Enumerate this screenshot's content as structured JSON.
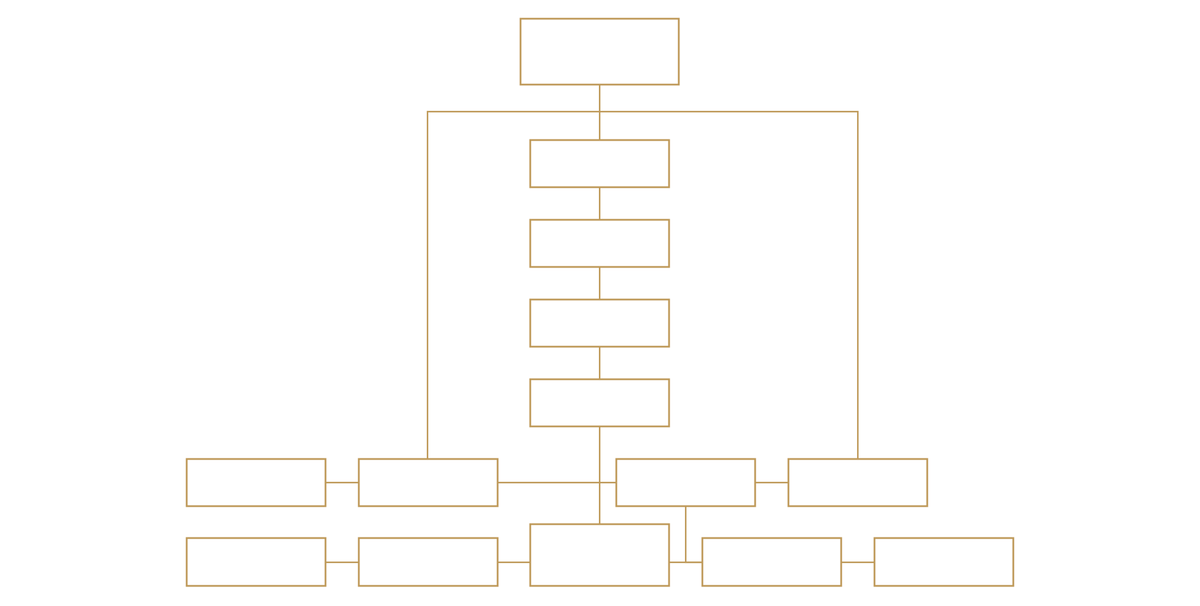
{
  "diagram": {
    "type": "org-chart",
    "stroke_color": "#BF9A5A",
    "background_color": "#FFFFFF",
    "nodes": [
      {
        "id": "root",
        "label": ""
      },
      {
        "id": "chain-1",
        "label": ""
      },
      {
        "id": "chain-2",
        "label": ""
      },
      {
        "id": "chain-3",
        "label": ""
      },
      {
        "id": "chain-4",
        "label": ""
      },
      {
        "id": "row1-far-left",
        "label": ""
      },
      {
        "id": "row1-left",
        "label": ""
      },
      {
        "id": "row1-right",
        "label": ""
      },
      {
        "id": "row1-far-right",
        "label": ""
      },
      {
        "id": "row2-far-left",
        "label": ""
      },
      {
        "id": "row2-left",
        "label": ""
      },
      {
        "id": "row2-center",
        "label": ""
      },
      {
        "id": "row2-right",
        "label": ""
      },
      {
        "id": "row2-far-right",
        "label": ""
      }
    ],
    "edges": [
      {
        "from": "root",
        "to": "chain-1"
      },
      {
        "from": "root",
        "to": "row1-left"
      },
      {
        "from": "root",
        "to": "row1-far-right"
      },
      {
        "from": "chain-1",
        "to": "chain-2"
      },
      {
        "from": "chain-2",
        "to": "chain-3"
      },
      {
        "from": "chain-3",
        "to": "chain-4"
      },
      {
        "from": "chain-4",
        "to": "row2-center"
      },
      {
        "from": "row1-far-left",
        "to": "row1-left"
      },
      {
        "from": "row1-left",
        "to": "row1-right"
      },
      {
        "from": "row1-right",
        "to": "row1-far-right"
      },
      {
        "from": "row1-right",
        "to": "row2-right"
      },
      {
        "from": "row2-far-left",
        "to": "row2-left"
      },
      {
        "from": "row2-left",
        "to": "row2-center"
      },
      {
        "from": "row2-center",
        "to": "row2-right"
      },
      {
        "from": "row2-right",
        "to": "row2-far-right"
      }
    ]
  }
}
